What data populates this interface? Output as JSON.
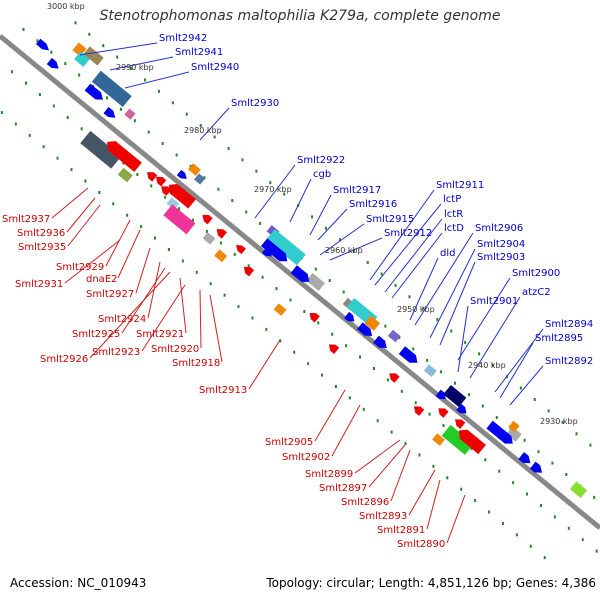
{
  "title": "Stenotrophomonas maltophilia K279a, complete genome",
  "footer": {
    "accession": "Accession: NC_010943",
    "summary": "Topology: circular; Length: 4,851,126 bp; Genes: 4,386"
  },
  "colors": {
    "backbone": "#888888",
    "forward": "#0000ee",
    "reverse": "#ee0000",
    "forward_label": "#0000cc",
    "reverse_label": "#cc0000",
    "tick": "#228822"
  },
  "kbp_labels": [
    "3000 kbp",
    "2990 kbp",
    "2980 kbp",
    "2970 kbp",
    "2960 kbp",
    "2950 kbp",
    "2940 kbp",
    "2930 kbp"
  ],
  "forward_labels": [
    "Smlt2942",
    "Smlt2941",
    "Smlt2940",
    "Smlt2930",
    "Smlt2922",
    "cgb",
    "Smlt2917",
    "Smlt2916",
    "Smlt2915",
    "Smlt2912",
    "Smlt2911",
    "lctP",
    "lctR",
    "lctD",
    "dld",
    "Smlt2906",
    "Smlt2904",
    "Smlt2903",
    "Smlt2900",
    "Smlt2901",
    "atzC2",
    "Smlt2894",
    "Smlt2895",
    "Smlt2892"
  ],
  "reverse_labels": [
    "Smlt2937",
    "Smlt2936",
    "Smlt2935",
    "Smlt2929",
    "dnaE2",
    "Smlt2931",
    "Smlt2927",
    "Smlt2924",
    "Smlt2925",
    "Smlt2921",
    "Smlt2926",
    "Smlt2923",
    "Smlt2920",
    "Smlt2918",
    "Smlt2913",
    "Smlt2905",
    "Smlt2902",
    "Smlt2899",
    "Smlt2897",
    "Smlt2896",
    "Smlt2893",
    "Smlt2891",
    "Smlt2890"
  ]
}
